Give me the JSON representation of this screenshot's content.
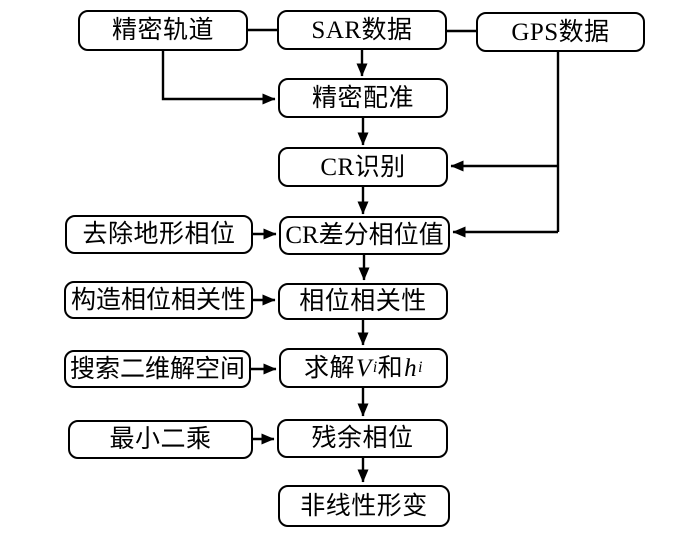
{
  "diagram": {
    "description": "Flowchart of CR-InSAR nonlinear deformation processing",
    "background_color": "#ffffff",
    "line_color": "#000000",
    "box_border_color": "#000000",
    "text_color": "#000000",
    "nodes": {
      "precise_orbit": {
        "label": "精密轨道"
      },
      "sar_data": {
        "label": "SAR数据"
      },
      "gps_data": {
        "label": "GPS数据"
      },
      "precise_registration": {
        "label": "精密配准"
      },
      "cr_identification": {
        "label": "CR识别"
      },
      "remove_terrain_phase": {
        "label": "去除地形相位"
      },
      "cr_differential_phase_value": {
        "label": "CR差分相位值"
      },
      "construct_phase_correlation": {
        "label": "构造相位相关性"
      },
      "phase_correlation": {
        "label": "相位相关性"
      },
      "search_2d_solution_space": {
        "label": "搜索二维解空间"
      },
      "solve_vi_and_hi": {
        "prefix": "求解",
        "var1": "V",
        "sub1": "i",
        "middle": "和",
        "var2": "h",
        "sub2": "i"
      },
      "least_squares": {
        "label": "最小二乘"
      },
      "residual_phase": {
        "label": "残余相位"
      },
      "nonlinear_deformation": {
        "label": "非线性形变"
      }
    }
  }
}
